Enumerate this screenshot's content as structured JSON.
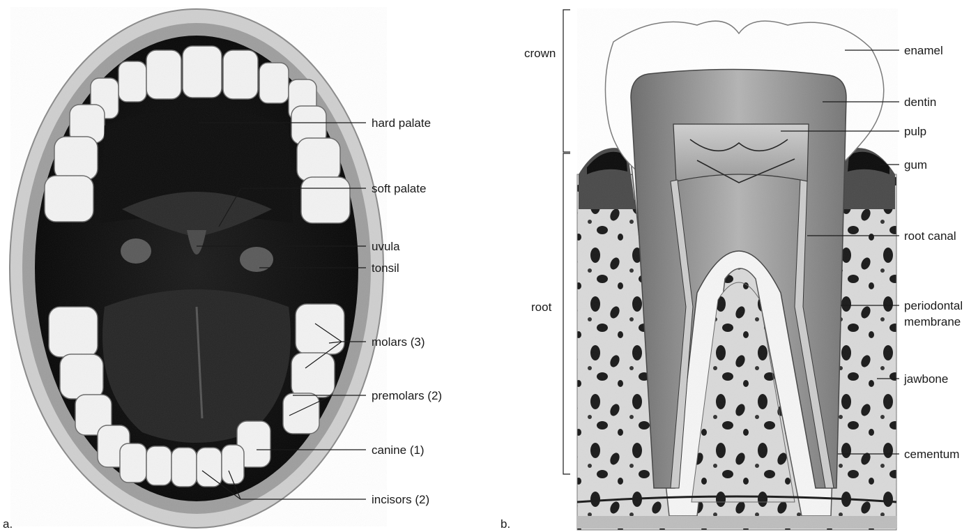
{
  "panel_a": {
    "marker": "a.",
    "labels": {
      "hard_palate": "hard palate",
      "soft_palate": "soft palate",
      "uvula": "uvula",
      "tonsil": "tonsil",
      "molars": "molars (3)",
      "premolars": "premolars (2)",
      "canine": "canine (1)",
      "incisors": "incisors (2)"
    }
  },
  "panel_b": {
    "marker": "b.",
    "brackets": {
      "crown": "crown",
      "root": "root"
    },
    "labels": {
      "enamel": "enamel",
      "dentin": "dentin",
      "pulp": "pulp",
      "gum": "gum",
      "root_canal": "root canal",
      "periodontal_line1": "periodontal",
      "periodontal_line2": "membrane",
      "jawbone": "jawbone",
      "cementum": "cementum"
    }
  }
}
